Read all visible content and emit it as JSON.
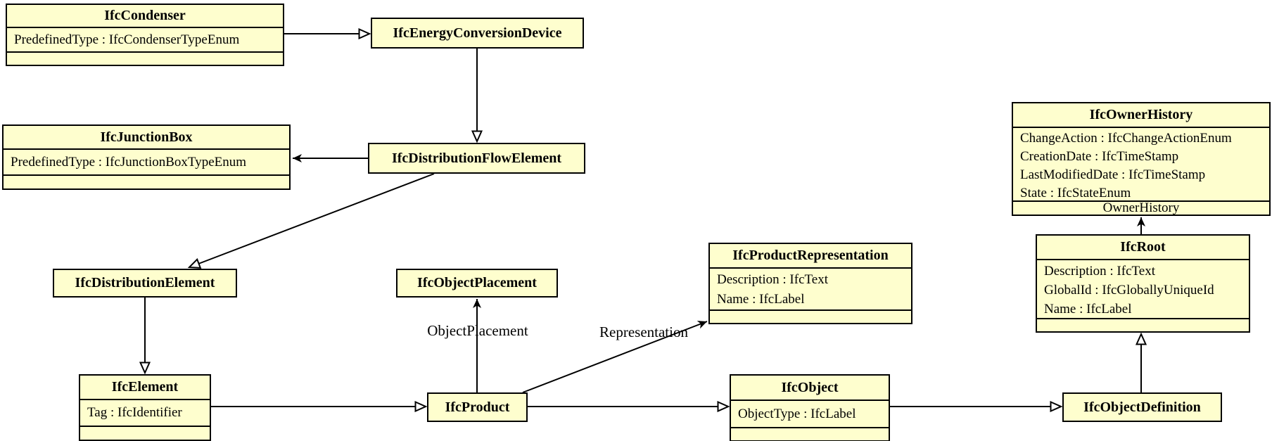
{
  "diagram": {
    "colors": {
      "node_fill": "#FEFECE",
      "node_border": "#000000",
      "edge": "#000000",
      "background": "#FFFFFF"
    }
  },
  "nodes": {
    "condenser": {
      "title": "IfcCondenser",
      "attrs": [
        "PredefinedType : IfcCondenserTypeEnum"
      ]
    },
    "energy_conversion_device": {
      "title": "IfcEnergyConversionDevice"
    },
    "junction_box": {
      "title": "IfcJunctionBox",
      "attrs": [
        "PredefinedType : IfcJunctionBoxTypeEnum"
      ]
    },
    "distribution_flow_element": {
      "title": "IfcDistributionFlowElement"
    },
    "owner_history": {
      "title": "IfcOwnerHistory",
      "attrs": [
        "ChangeAction : IfcChangeActionEnum",
        "CreationDate : IfcTimeStamp",
        "LastModifiedDate : IfcTimeStamp",
        "State : IfcStateEnum"
      ],
      "bottom_label": "OwnerHistory"
    },
    "distribution_element": {
      "title": "IfcDistributionElement"
    },
    "object_placement": {
      "title": "IfcObjectPlacement"
    },
    "product_representation": {
      "title": "IfcProductRepresentation",
      "attrs": [
        "Description : IfcText",
        "Name : IfcLabel"
      ]
    },
    "root": {
      "title": "IfcRoot",
      "attrs": [
        "Description : IfcText",
        "GlobalId : IfcGloballyUniqueId",
        "Name : IfcLabel"
      ]
    },
    "element": {
      "title": "IfcElement",
      "attrs": [
        "Tag : IfcIdentifier"
      ]
    },
    "product": {
      "title": "IfcProduct"
    },
    "object": {
      "title": "IfcObject",
      "attrs": [
        "ObjectType : IfcLabel"
      ]
    },
    "object_definition": {
      "title": "IfcObjectDefinition"
    }
  },
  "edge_labels": {
    "object_placement": "ObjectPlacement",
    "representation": "Representation"
  }
}
